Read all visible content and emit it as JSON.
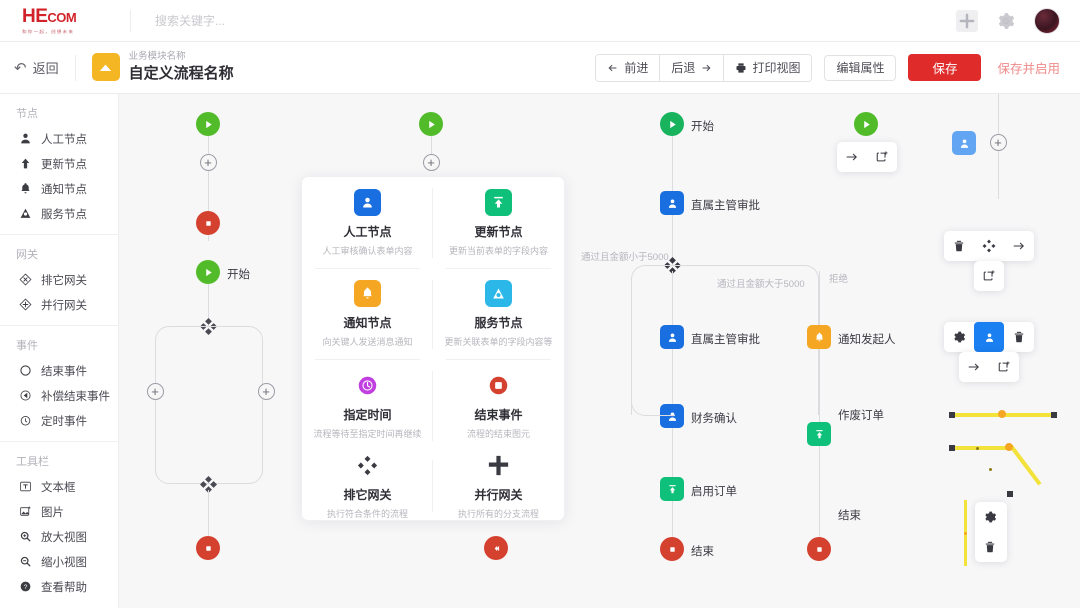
{
  "header": {
    "logo_main": "HE",
    "logo_small": "COM",
    "logo_sub": "和你一起，创想未来",
    "search_placeholder": "搜索关键字...",
    "add_label": "+",
    "icons": {
      "add": "plus-icon",
      "settings": "gear-icon",
      "avatar": "user-avatar"
    }
  },
  "subheader": {
    "back_label": "返回",
    "module_label": "业务模块名称",
    "flow_title": "自定义流程名称",
    "toolbar": {
      "forward": "前进",
      "backward": "后退",
      "print": "打印视图",
      "edit_props": "编辑属性",
      "save": "保存",
      "save_enable": "保存并启用"
    }
  },
  "sidebar": {
    "groups": [
      {
        "title": "节点",
        "items": [
          {
            "label": "人工节点",
            "icon": "person-icon"
          },
          {
            "label": "更新节点",
            "icon": "arrow-up-icon"
          },
          {
            "label": "通知节点",
            "icon": "bell-icon"
          },
          {
            "label": "服务节点",
            "icon": "service-icon"
          }
        ]
      },
      {
        "title": "网关",
        "items": [
          {
            "label": "排它网关",
            "icon": "exclusive-gateway-icon"
          },
          {
            "label": "并行网关",
            "icon": "parallel-gateway-icon"
          }
        ]
      },
      {
        "title": "事件",
        "items": [
          {
            "label": "结束事件",
            "icon": "circle-icon"
          },
          {
            "label": "补偿结束事件",
            "icon": "compensate-icon"
          },
          {
            "label": "定时事件",
            "icon": "clock-icon"
          }
        ]
      },
      {
        "title": "工具栏",
        "items": [
          {
            "label": "文本框",
            "icon": "textbox-icon"
          },
          {
            "label": "图片",
            "icon": "image-icon"
          },
          {
            "label": "放大视图",
            "icon": "zoom-in-icon"
          },
          {
            "label": "缩小视图",
            "icon": "zoom-out-icon"
          },
          {
            "label": "查看帮助",
            "icon": "help-icon"
          }
        ]
      }
    ]
  },
  "palette": {
    "items": [
      {
        "name": "人工节点",
        "desc": "人工审核确认表单内容",
        "icon": "person-icon",
        "color": "#1a6fe0"
      },
      {
        "name": "更新节点",
        "desc": "更新当前表单的字段内容",
        "icon": "arrow-up-icon",
        "color": "#0fc07a"
      },
      {
        "name": "通知节点",
        "desc": "向关键人发送消息通知",
        "icon": "bell-icon",
        "color": "#f5a623"
      },
      {
        "name": "服务节点",
        "desc": "更新关联表单的字段内容等",
        "icon": "service-icon",
        "color": "#2bb8e8"
      },
      {
        "name": "指定时间",
        "desc": "流程等待至指定时间再继续",
        "icon": "clock-icon",
        "color": "#c13fe0"
      },
      {
        "name": "结束事件",
        "desc": "流程的结束图元",
        "icon": "stop-icon",
        "color": "#d4412f"
      },
      {
        "name": "排它网关",
        "desc": "执行符合条件的流程",
        "icon": "exclusive-gateway-icon",
        "color": "#3a3a42"
      },
      {
        "name": "并行网关",
        "desc": "执行所有的分支流程",
        "icon": "parallel-gateway-icon",
        "color": "#3a3a42"
      }
    ]
  },
  "flow": {
    "nodes": [
      {
        "id": "n-start-main",
        "label": "开始",
        "type": "start"
      },
      {
        "id": "n-approve-1",
        "label": "直属主管审批",
        "type": "person"
      },
      {
        "id": "n-approve-2",
        "label": "直属主管审批",
        "type": "person"
      },
      {
        "id": "n-finance",
        "label": "财务确认",
        "type": "person"
      },
      {
        "id": "n-enable-order",
        "label": "启用订单",
        "type": "update"
      },
      {
        "id": "n-end-left",
        "label": "结束",
        "type": "end"
      },
      {
        "id": "n-notify",
        "label": "通知发起人",
        "type": "notify"
      },
      {
        "id": "n-void-order",
        "label": "作废订单",
        "type": "update"
      },
      {
        "id": "n-end-right",
        "label": "结束",
        "type": "end"
      },
      {
        "id": "n-start-col2",
        "label": "开始",
        "type": "start"
      }
    ],
    "edge_labels": [
      {
        "id": "e-lt-5000",
        "text": "通过且金额小于5000"
      },
      {
        "id": "e-gt-5000",
        "text": "通过且金额大于5000"
      },
      {
        "id": "e-reject",
        "text": "拒绝"
      }
    ]
  },
  "context_menus": {
    "menu_link": {
      "buttons": [
        "arrow-right-icon",
        "copy-node-icon"
      ]
    },
    "menu_gateway": {
      "buttons": [
        "trash-icon",
        "parallel-gateway-icon",
        "arrow-right-icon",
        "copy-node-icon"
      ]
    },
    "menu_node": {
      "buttons": [
        "gear-icon",
        "person-icon",
        "trash-icon",
        "arrow-right-icon",
        "copy-node-icon"
      ]
    },
    "menu_edge": {
      "buttons": [
        "gear-icon",
        "trash-icon"
      ]
    }
  }
}
